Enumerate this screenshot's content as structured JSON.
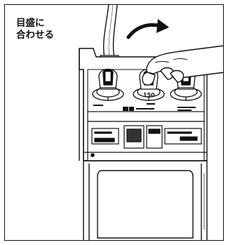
{
  "caption": {
    "line1": "目盛に",
    "line2": "合わせる"
  },
  "dials": {
    "center_value": "150"
  },
  "colors": {
    "ink": "#111111",
    "paper": "#ffffff",
    "shade": "#555555"
  },
  "icons": [
    "rotate-arrow-icon",
    "hand-icon",
    "cable-icon",
    "dial-knob-icon"
  ]
}
